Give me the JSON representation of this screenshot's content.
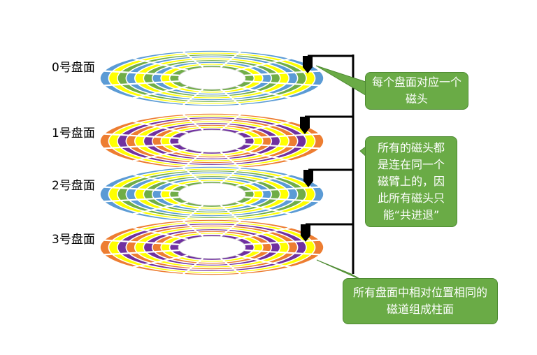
{
  "platters": [
    {
      "label": "0号盘面",
      "colors": [
        "#5b9bd5",
        "#ffff00",
        "#70ad47"
      ]
    },
    {
      "label": "1号盘面",
      "colors": [
        "#ed7d31",
        "#ffff00",
        "#7030a0"
      ]
    },
    {
      "label": "2号盘面",
      "colors": [
        "#5b9bd5",
        "#ffff00",
        "#70ad47"
      ]
    },
    {
      "label": "3号盘面",
      "colors": [
        "#ed7d31",
        "#ffff00",
        "#7030a0"
      ]
    }
  ],
  "callouts": {
    "head_per_platter": "每个盘面对应一个磁头",
    "shared_arm": "所有的磁头都是连在同一个磁臂上的，因此所有磁头只能“共进退”",
    "cylinder": "所有盘面中相对位置相同的磁道组成柱面"
  },
  "colors": {
    "callout_fill": "#6aab46",
    "callout_border": "#4d8a31",
    "arm": "#000000",
    "sector_line": "#ffffff"
  }
}
